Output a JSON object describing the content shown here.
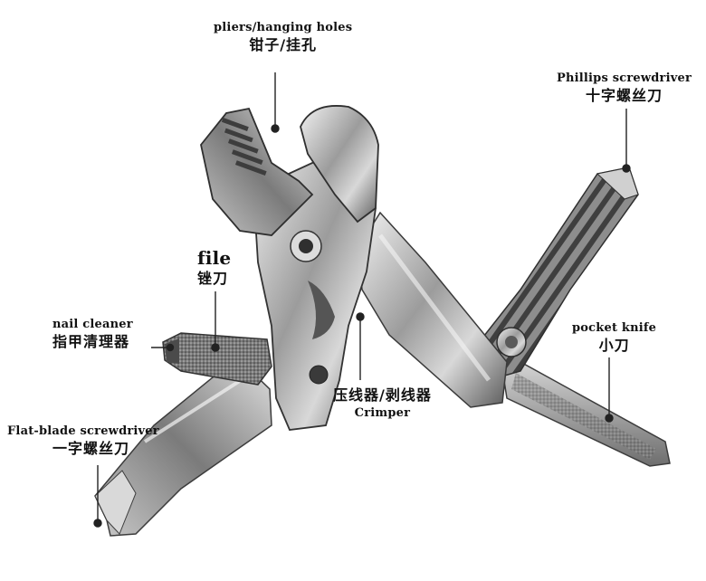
{
  "labels": {
    "pliers": {
      "en": "pliers/hanging holes",
      "zh": "钳子/挂孔"
    },
    "phillips": {
      "en": "Phillips screwdriver",
      "zh": "十字螺丝刀"
    },
    "file": {
      "en": "file",
      "zh": "锉刀"
    },
    "nail": {
      "en": "nail cleaner",
      "zh": "指甲清理器"
    },
    "pocket": {
      "en": "pocket knife",
      "zh": "小刀"
    },
    "crimper": {
      "zh": "压线器/剥线器",
      "en": "Crimper"
    },
    "flat": {
      "en": "Flat-blade screwdriver",
      "zh": "一字螺丝刀"
    }
  },
  "colors": {
    "steel_light": "#e6e6e6",
    "steel_mid": "#a9a9a9",
    "steel_dark": "#4a4a4a",
    "leader": "#222222",
    "text": "#111111"
  }
}
